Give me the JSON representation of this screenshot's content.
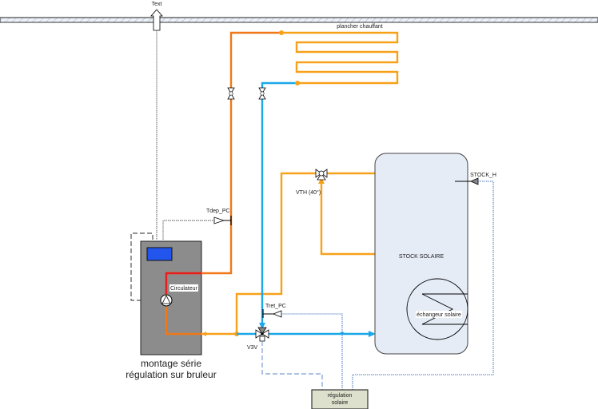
{
  "diagram": {
    "title_lines": [
      "montage série",
      "régulation sur bruleur"
    ],
    "labels": {
      "outdoor_sensor": "Text",
      "floor_heating": "plancher chauffant",
      "boiler_flow_sensor": "Tdep_PC",
      "circulator": "Circulateur",
      "return_sensor": "Tret_PC",
      "three_way_valve": "V3V",
      "thermostatic_valve": "VTH (40°)",
      "tank": "STOCK SOLAIRE",
      "tank_sensor": "STOCK_H",
      "solar_exchanger": "échangeur solaire",
      "controller_line1": "régulation",
      "controller_line2": "solaire"
    },
    "colors": {
      "hot_pipe": "#f7a11a",
      "boiler_out_pipe": "#f07818",
      "circulator_pipe": "#e81c1c",
      "cold_pipe": "#1aa8e8",
      "boiler_body": "#8c8c8c",
      "boiler_control": "#2255ee",
      "tank_fill": "#e6ecf6",
      "controller_fill": "#dde0cc",
      "signal_line": "#4a78c0"
    }
  }
}
